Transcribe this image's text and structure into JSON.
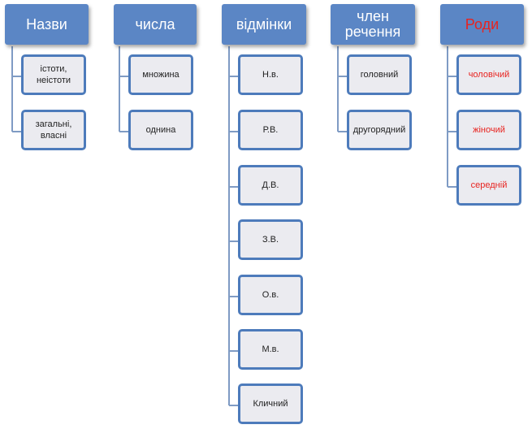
{
  "columns": [
    {
      "header": "Назви",
      "items": [
        "істоти, неістоти",
        "загальні, власні"
      ]
    },
    {
      "header": "числа",
      "items": [
        "множина",
        "однина"
      ]
    },
    {
      "header": "відмінки",
      "items": [
        "Н.в.",
        "Р.В.",
        "Д.В.",
        "З.В.",
        "О.в.",
        "М.в.",
        "Кличний"
      ]
    },
    {
      "header": "член речення",
      "items": [
        "головний",
        "другорядний"
      ]
    },
    {
      "header": "Роди",
      "header_color": "#e8231f",
      "item_color": "#e8231f",
      "items": [
        "чоловічий",
        "жіночий",
        "середній"
      ]
    }
  ],
  "colors": {
    "header_fill": "#5b86c5",
    "box_fill": "#ebebf0",
    "box_border": "#4d7bbb",
    "connector": "#7f9bc4"
  }
}
